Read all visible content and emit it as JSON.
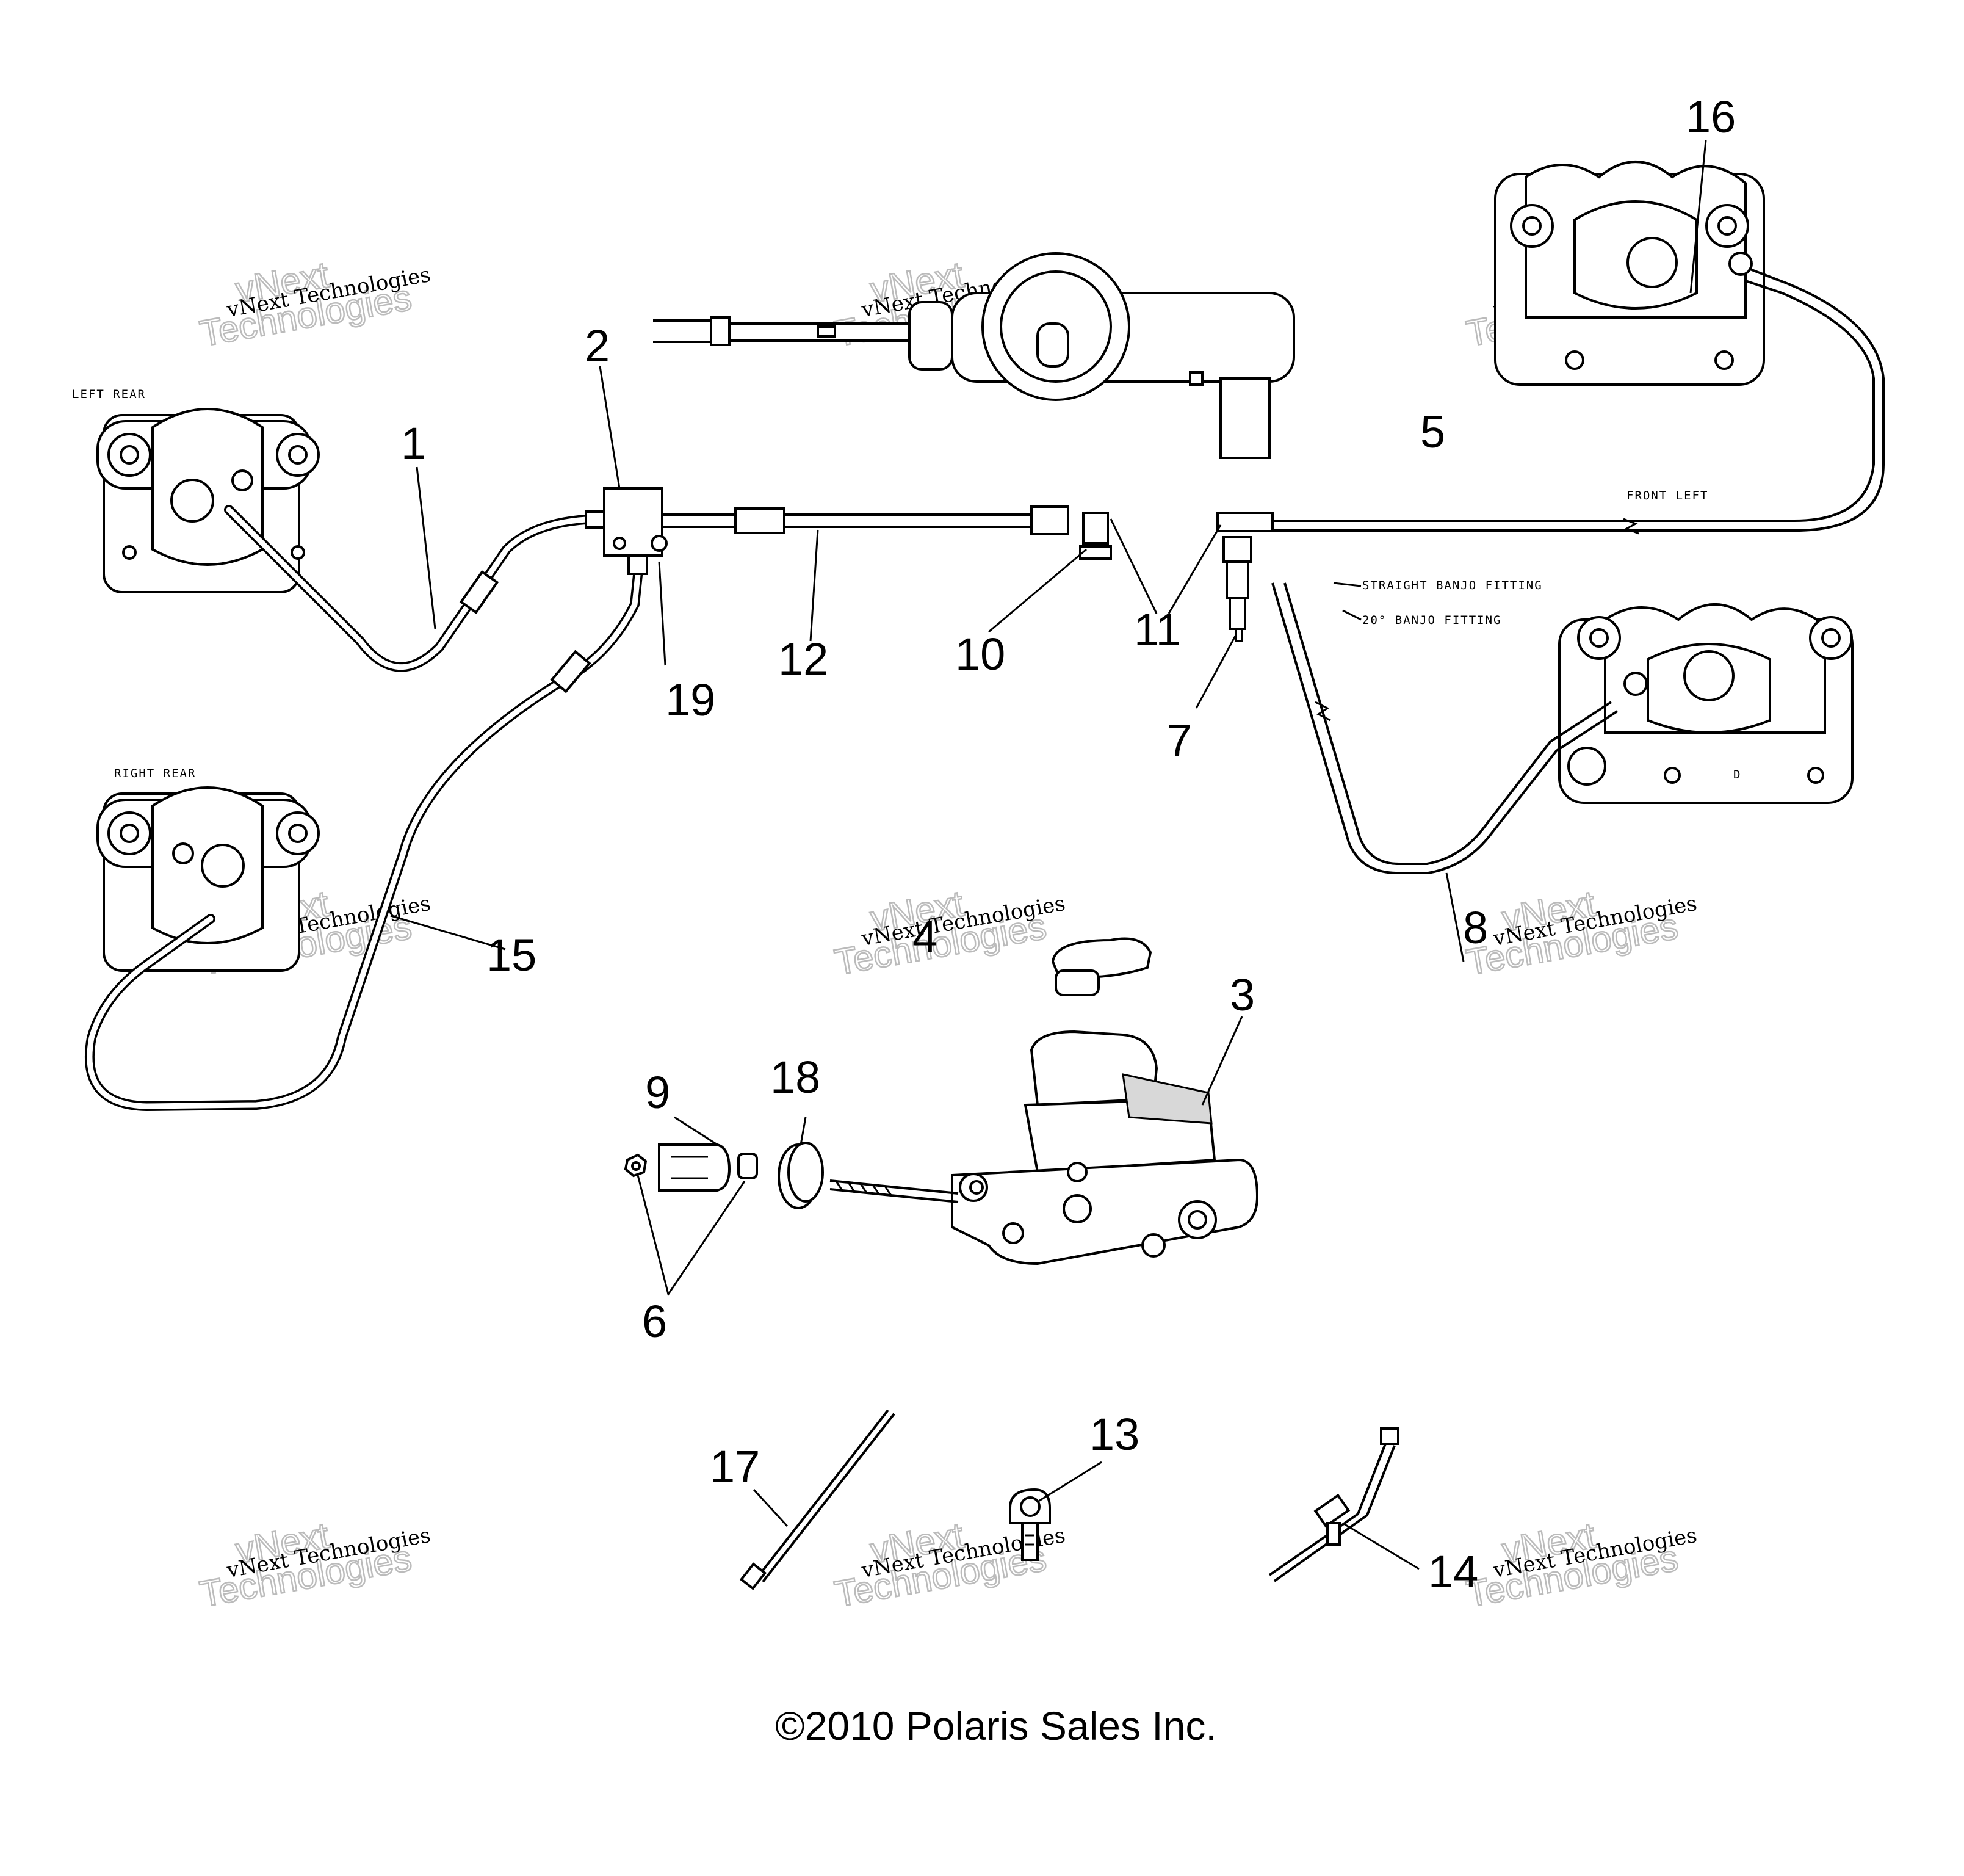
{
  "callouts": [
    "1",
    "2",
    "3",
    "4",
    "5",
    "6",
    "7",
    "8",
    "9",
    "10",
    "11",
    "12",
    "13",
    "14",
    "15",
    "16",
    "17",
    "18",
    "19"
  ],
  "notes": {
    "left_rear": "LEFT REAR",
    "right_rear": "RIGHT REAR",
    "front_left": "FRONT LEFT",
    "straight_banjo": "STRAIGHT BANJO FITTING",
    "banjo_20": "20° BANJO FITTING",
    "caliper_mark": "D"
  },
  "watermark": {
    "line1": "vNext Technologies",
    "line2": "vNext",
    "line3": "Technologies"
  },
  "copyright": "©2010 Polaris Sales Inc."
}
